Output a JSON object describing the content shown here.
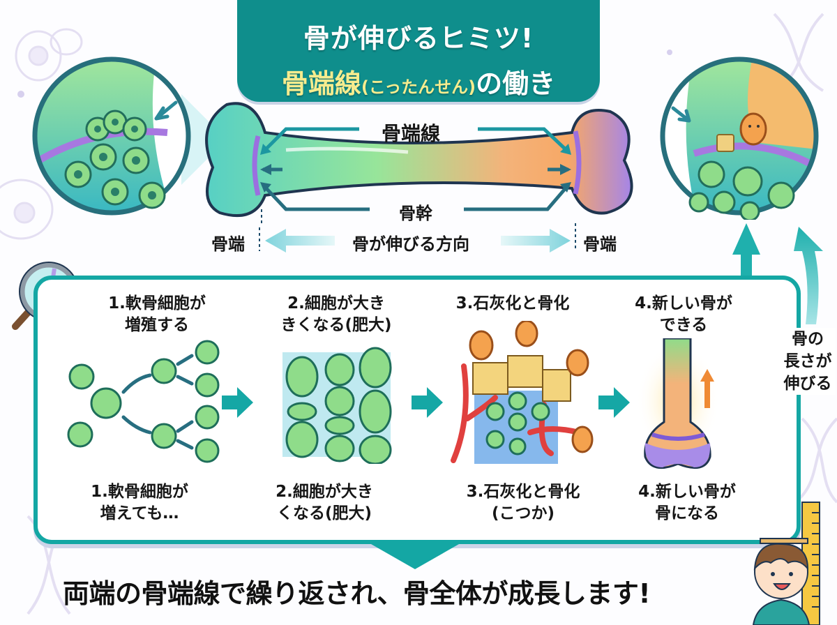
{
  "title": {
    "line1": "骨が伸びるヒミツ!",
    "line2_highlight": "骨端線",
    "line2_reading": "(こったんせん)",
    "line2_rest": "の働き"
  },
  "bone_diagram": {
    "growth_plate_label": "骨端線",
    "shaft_label": "骨幹",
    "epiphysis_left_label": "骨端",
    "epiphysis_right_label": "骨端",
    "growth_direction_label": "骨が伸びる方向"
  },
  "steps": [
    {
      "title": "1.軟骨細胞が\n増殖する",
      "caption": "1.軟骨細胞が\n増えても…",
      "illustration": "cell-division"
    },
    {
      "title": "2.細胞が大き\nきくなる(肥大)",
      "caption": "2.細胞が大き\nくなる(肥大)",
      "illustration": "hypertrophy-columns"
    },
    {
      "title": "3.石灰化と骨化",
      "caption": "3.石灰化と骨化\n(こつか)",
      "illustration": "calcification-workers"
    },
    {
      "title": "4.新しい骨が\nできる",
      "caption": "4.新しい骨が\n骨になる",
      "illustration": "new-bone"
    }
  ],
  "side_label": "骨の\n長さが\n伸びる",
  "summary": "両端の骨端線で繰り返され、骨全体が成長します!",
  "colors": {
    "teal": "#14a7a4",
    "banner": "#0f8e8c",
    "highlight_yellow": "#f6ec8e",
    "cell_green": "#8fdc8a",
    "purple": "#9d7be0",
    "orange": "#f4a45e"
  }
}
